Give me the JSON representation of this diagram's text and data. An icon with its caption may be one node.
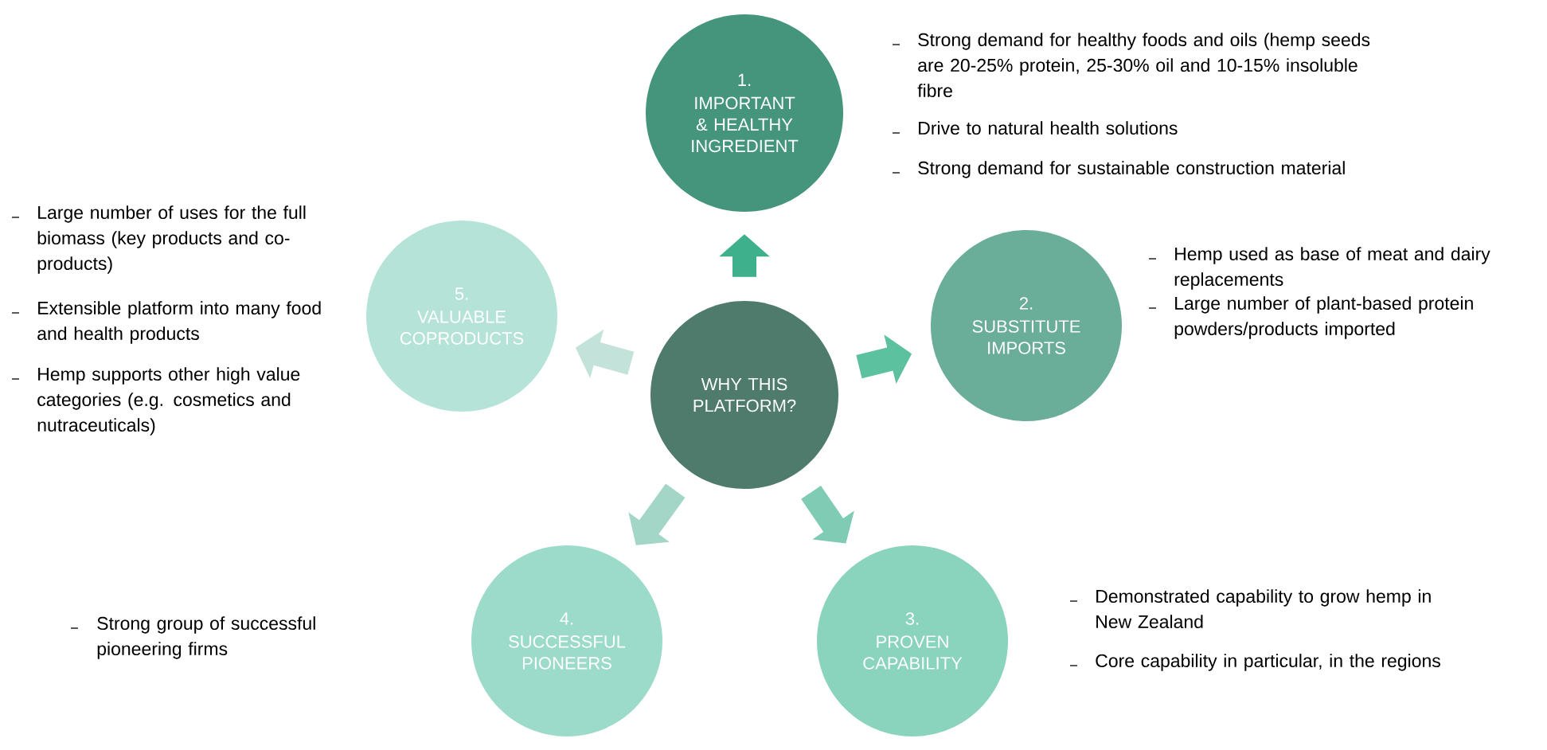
{
  "diagram": {
    "nodes": [
      {
        "text": [
          "WHY THIS PLATFORM?"
        ]
      },
      {
        "text": [
          "1.",
          "IMPORTANT & HEALTHY INGREDIENT"
        ],
        "beside": [
          "Strong demand for healthy foods and oils (hemp seeds are 20-25% protein, 25-30% oil and 10-15% insoluble fibre",
          "Drive to natural health solutions",
          "Strong demand for sustainable construction material"
        ]
      },
      {
        "text": [
          "2.",
          "SUBSTITUTE IMPORTS"
        ],
        "beside": [
          "Hemp used as base of meat and dairy replacements",
          "Large number of plant-based protein powders/products imported"
        ]
      },
      {
        "text": [
          "3.",
          "PROVEN CAPABILITY"
        ],
        "beside": [
          "Demonstrated capability to grow hemp in New Zealand",
          "Core capability in particular, in the regions"
        ]
      },
      {
        "text": [
          "4.",
          "SUCCESSFUL PIONEERS"
        ]
      },
      {
        "text": [
          "5.",
          "VALUABLE COPRODUCTS"
        ],
        "beside": [
          "Large number of uses for the full biomass (key products and co-products)",
          "Extensible platform into many food and health products",
          "Hemp supports other high value categories (e.g. cosmetics and nutraceuticals)"
        ]
      }
    ],
    "edges": [
      {
        "from": 0,
        "to": 1,
        "arrow": "to",
        "color": "#3fb08c"
      },
      {
        "from": 0,
        "to": 2,
        "arrow": "to",
        "color": "#5cc19f"
      },
      {
        "from": 0,
        "to": 3,
        "arrow": "to",
        "color": "#7fcbb3"
      },
      {
        "from": 0,
        "to": 4,
        "arrow": "to",
        "color": "#a3d6c7"
      },
      {
        "from": 0,
        "to": 5,
        "arrow": "to",
        "color": "#c3e3da"
      }
    ],
    "labels": [
      "Strong group of successful pioneering firms"
    ]
  }
}
